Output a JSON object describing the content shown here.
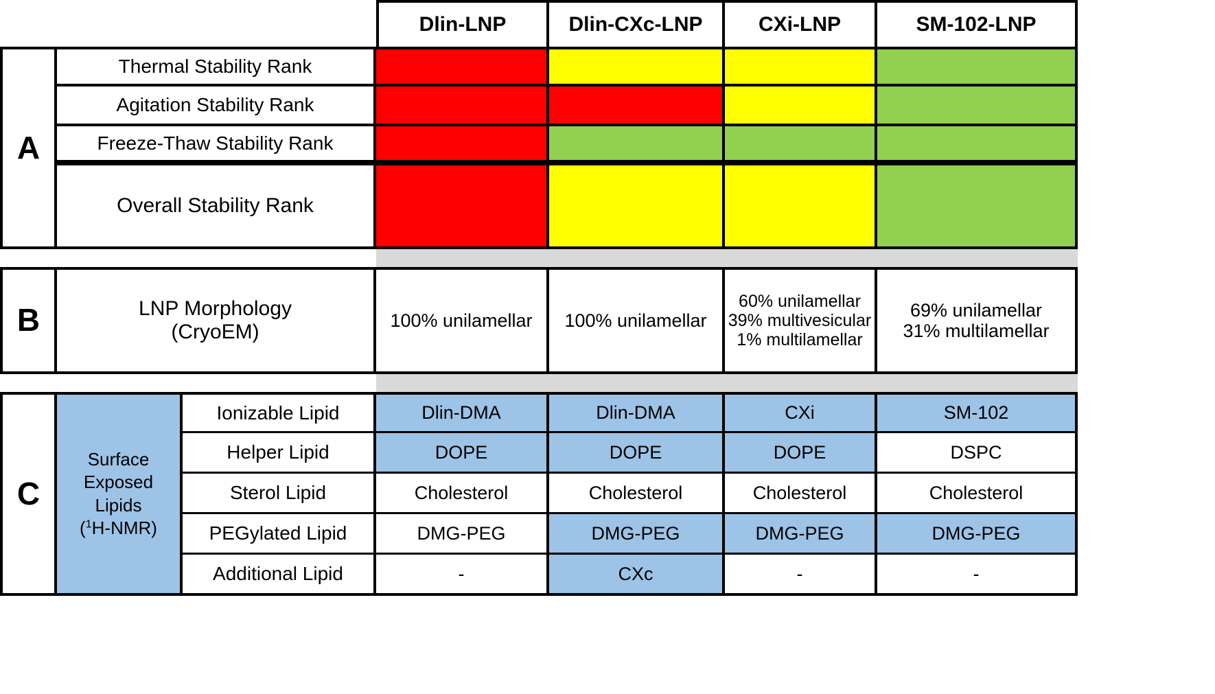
{
  "figure": {
    "columns": [
      {
        "id": "dlin",
        "header": "Dlin-LNP"
      },
      {
        "id": "dlincxc",
        "header": "Dlin-CXc-LNP"
      },
      {
        "id": "cxi",
        "header": "CXi-LNP"
      },
      {
        "id": "sm102",
        "header": "SM-102-LNP"
      }
    ],
    "colors": {
      "red": "#FF0000",
      "yellow": "#FFFF00",
      "green": "#92D050",
      "blue": "#9DC3E6",
      "gray_spacer": "#D9D9D9",
      "white": "#FFFFFF",
      "border": "#000000"
    }
  },
  "panel_a": {
    "letter": "A",
    "rows": [
      {
        "label": "Thermal Stability Rank",
        "cells": [
          {
            "column": "Dlin-LNP",
            "rank": "red",
            "value": ""
          },
          {
            "column": "Dlin-CXc-LNP",
            "rank": "yellow",
            "value": ""
          },
          {
            "column": "CXi-LNP",
            "rank": "yellow",
            "value": ""
          },
          {
            "column": "SM-102-LNP",
            "rank": "green",
            "value": ""
          }
        ]
      },
      {
        "label": "Agitation Stability Rank",
        "cells": [
          {
            "column": "Dlin-LNP",
            "rank": "red",
            "value": ""
          },
          {
            "column": "Dlin-CXc-LNP",
            "rank": "red",
            "value": ""
          },
          {
            "column": "CXi-LNP",
            "rank": "yellow",
            "value": ""
          },
          {
            "column": "SM-102-LNP",
            "rank": "green",
            "value": ""
          }
        ]
      },
      {
        "label": "Freeze-Thaw Stability Rank",
        "cells": [
          {
            "column": "Dlin-LNP",
            "rank": "red",
            "value": ""
          },
          {
            "column": "Dlin-CXc-LNP",
            "rank": "green",
            "value": ""
          },
          {
            "column": "CXi-LNP",
            "rank": "green",
            "value": ""
          },
          {
            "column": "SM-102-LNP",
            "rank": "green",
            "value": ""
          }
        ]
      },
      {
        "label": "Overall Stability Rank",
        "cells": [
          {
            "column": "Dlin-LNP",
            "rank": "red",
            "value": ""
          },
          {
            "column": "Dlin-CXc-LNP",
            "rank": "yellow",
            "value": ""
          },
          {
            "column": "CXi-LNP",
            "rank": "yellow",
            "value": ""
          },
          {
            "column": "SM-102-LNP",
            "rank": "green",
            "value": ""
          }
        ]
      }
    ]
  },
  "panel_b": {
    "letter": "B",
    "label_line1": "LNP Morphology",
    "label_line2": "(CryoEM)",
    "cells": [
      {
        "column": "Dlin-LNP",
        "lines": [
          "100% unilamellar"
        ],
        "shade": "white"
      },
      {
        "column": "Dlin-CXc-LNP",
        "lines": [
          "100% unilamellar"
        ],
        "shade": "white"
      },
      {
        "column": "CXi-LNP",
        "lines": [
          "60% unilamellar",
          "39% multivesicular",
          "1% multilamellar"
        ],
        "shade": "white"
      },
      {
        "column": "SM-102-LNP",
        "lines": [
          "69% unilamellar",
          "31% multilamellar"
        ],
        "shade": "white"
      }
    ]
  },
  "panel_c": {
    "letter": "C",
    "side_label_line1": "Surface",
    "side_label_line2": "Exposed",
    "side_label_line3": "Lipids",
    "side_label_line4_pre": "(",
    "side_label_line4_sup": "1",
    "side_label_line4_post": "H-NMR)",
    "rows": [
      {
        "label": "Ionizable Lipid",
        "cells": [
          {
            "column": "Dlin-LNP",
            "value": "Dlin-DMA",
            "shade": "blue"
          },
          {
            "column": "Dlin-CXc-LNP",
            "value": "Dlin-DMA",
            "shade": "blue"
          },
          {
            "column": "CXi-LNP",
            "value": "CXi",
            "shade": "blue"
          },
          {
            "column": "SM-102-LNP",
            "value": "SM-102",
            "shade": "blue"
          }
        ]
      },
      {
        "label": "Helper Lipid",
        "cells": [
          {
            "column": "Dlin-LNP",
            "value": "DOPE",
            "shade": "blue"
          },
          {
            "column": "Dlin-CXc-LNP",
            "value": "DOPE",
            "shade": "blue"
          },
          {
            "column": "CXi-LNP",
            "value": "DOPE",
            "shade": "blue"
          },
          {
            "column": "SM-102-LNP",
            "value": "DSPC",
            "shade": "white"
          }
        ]
      },
      {
        "label": "Sterol Lipid",
        "cells": [
          {
            "column": "Dlin-LNP",
            "value": "Cholesterol",
            "shade": "white"
          },
          {
            "column": "Dlin-CXc-LNP",
            "value": "Cholesterol",
            "shade": "white"
          },
          {
            "column": "CXi-LNP",
            "value": "Cholesterol",
            "shade": "white"
          },
          {
            "column": "SM-102-LNP",
            "value": "Cholesterol",
            "shade": "white"
          }
        ]
      },
      {
        "label": "PEGylated Lipid",
        "cells": [
          {
            "column": "Dlin-LNP",
            "value": "DMG-PEG",
            "shade": "white"
          },
          {
            "column": "Dlin-CXc-LNP",
            "value": "DMG-PEG",
            "shade": "blue"
          },
          {
            "column": "CXi-LNP",
            "value": "DMG-PEG",
            "shade": "blue"
          },
          {
            "column": "SM-102-LNP",
            "value": "DMG-PEG",
            "shade": "blue"
          }
        ]
      },
      {
        "label": "Additional Lipid",
        "cells": [
          {
            "column": "Dlin-LNP",
            "value": "-",
            "shade": "white"
          },
          {
            "column": "Dlin-CXc-LNP",
            "value": "CXc",
            "shade": "blue"
          },
          {
            "column": "CXi-LNP",
            "value": "-",
            "shade": "white"
          },
          {
            "column": "SM-102-LNP",
            "value": "-",
            "shade": "white"
          }
        ]
      }
    ]
  }
}
